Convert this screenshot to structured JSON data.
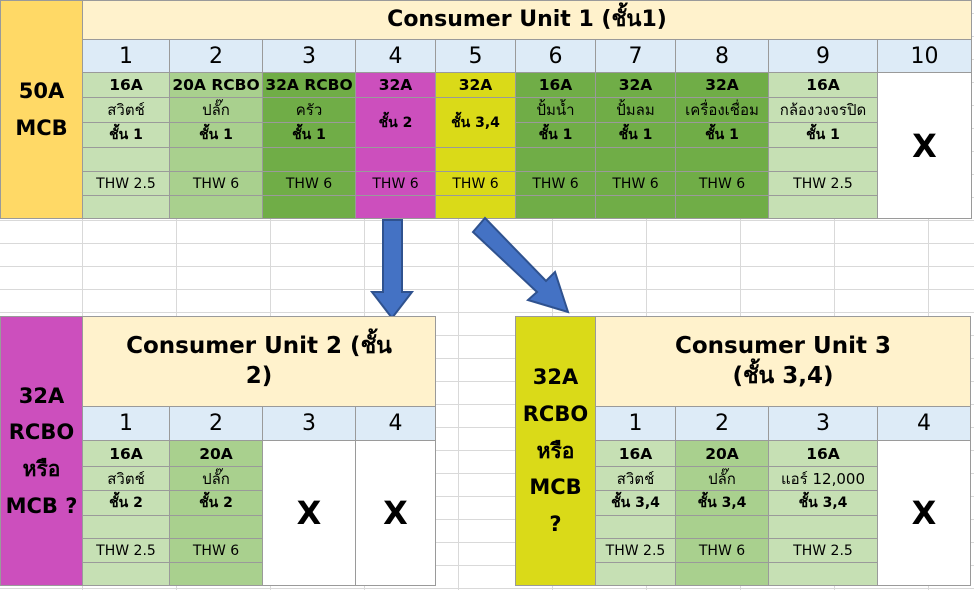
{
  "unit1": {
    "title": "Consumer Unit 1 (ชั้น1)",
    "main_breaker": "50A MCB",
    "slots": [
      "1",
      "2",
      "3",
      "4",
      "5",
      "6",
      "7",
      "8",
      "9",
      "10"
    ],
    "circuits": [
      {
        "amp": "16A",
        "label": "สวิตช์",
        "floor": "ชั้น 1",
        "wire": "THW 2.5"
      },
      {
        "amp": "20A RCBO",
        "label": "ปลั๊ก",
        "floor": "ชั้น 1",
        "wire": "THW 6"
      },
      {
        "amp": "32A RCBO",
        "label": "ครัว",
        "floor": "ชั้น 1",
        "wire": "THW 6"
      },
      {
        "amp": "32A",
        "label": "",
        "floor": "ชั้น 2",
        "wire": "THW 6"
      },
      {
        "amp": "32A",
        "label": "",
        "floor": "ชั้น 3,4",
        "wire": "THW 6"
      },
      {
        "amp": "16A",
        "label": "ปั้มน้ำ",
        "floor": "ชั้น 1",
        "wire": "THW 6"
      },
      {
        "amp": "32A",
        "label": "ปั้มลม",
        "floor": "ชั้น 1",
        "wire": "THW 6"
      },
      {
        "amp": "32A",
        "label": "เครื่องเชื่อม",
        "floor": "ชั้น 1",
        "wire": "THW 6"
      },
      {
        "amp": "16A",
        "label": "กล้องวงจรปิด",
        "floor": "ชั้น 1",
        "wire": "THW 2.5"
      }
    ],
    "empty_mark": "X"
  },
  "unit2": {
    "title": "Consumer Unit 2 (ชั้น 2)",
    "main_breaker": "32A RCBO หรือ MCB ?",
    "slots": [
      "1",
      "2",
      "3",
      "4"
    ],
    "circuits": [
      {
        "amp": "16A",
        "label": "สวิตช์",
        "floor": "ชั้น 2",
        "wire": "THW 2.5"
      },
      {
        "amp": "20A",
        "label": "ปลั๊ก",
        "floor": "ชั้น 2",
        "wire": "THW 6"
      }
    ],
    "empty_mark": "X"
  },
  "unit3": {
    "title": "Consumer Unit 3 (ชั้น 3,4)",
    "main_breaker": "32A RCBO หรือ MCB ?",
    "slots": [
      "1",
      "2",
      "3",
      "4"
    ],
    "circuits": [
      {
        "amp": "16A",
        "label": "สวิตช์",
        "floor": "ชั้น 3,4",
        "wire": "THW 2.5"
      },
      {
        "amp": "20A",
        "label": "ปลั๊ก",
        "floor": "ชั้น 3,4",
        "wire": "THW 6"
      },
      {
        "amp": "16A",
        "label": "แอร์ 12,000",
        "floor": "ชั้น 3,4",
        "wire": "THW 2.5"
      }
    ],
    "empty_mark": "X"
  },
  "colors": {
    "header_yellow": "#ffd966",
    "title_cream": "#fff2cc",
    "slot_blue": "#ddebf7",
    "light_green": "#c6e0b4",
    "mid_green": "#a9d08e",
    "dark_green": "#70ad47",
    "magenta": "#cc4fbd",
    "lime": "#dada18",
    "arrow_blue": "#4472c4"
  }
}
